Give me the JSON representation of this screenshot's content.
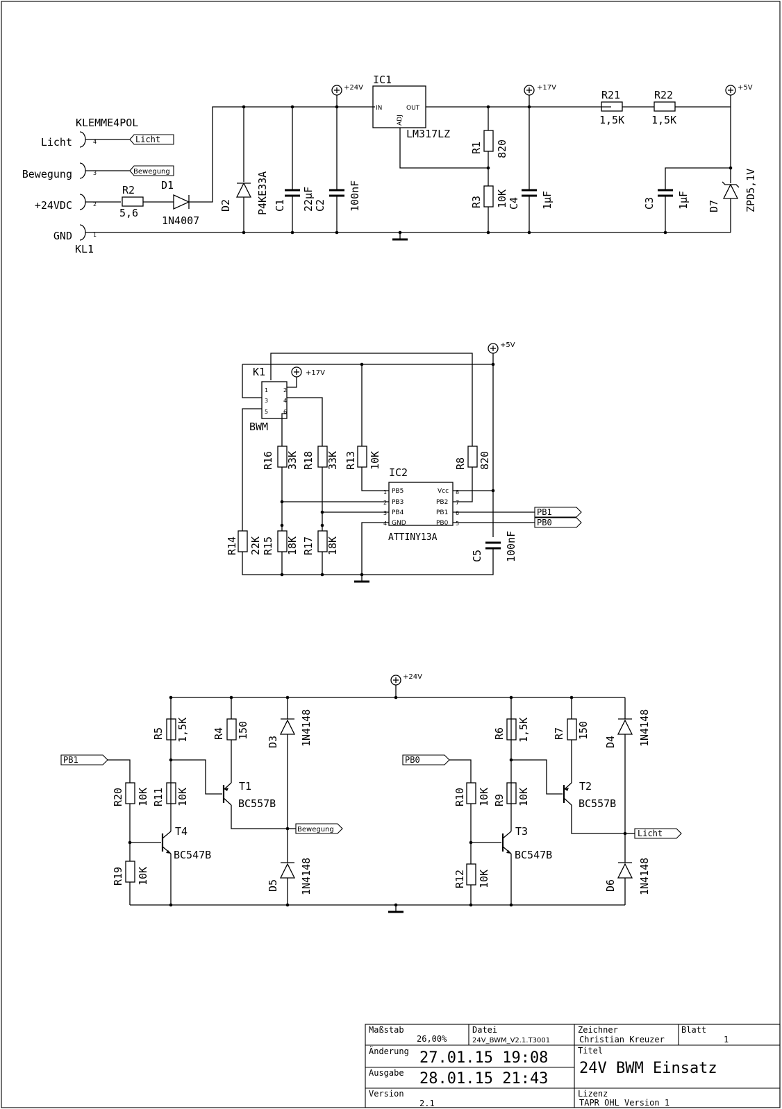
{
  "terminal": {
    "name": "KLEMME4POL",
    "ref": "KL1",
    "pins": [
      {
        "label": "Licht",
        "num": "4"
      },
      {
        "label": "Bewegung",
        "num": "3"
      },
      {
        "label": "+24VDC",
        "num": "2"
      },
      {
        "label": "GND",
        "num": "1"
      }
    ]
  },
  "nets": {
    "licht": "Licht",
    "bewegung": "Bewegung",
    "pb1": "PB1",
    "pb0": "PB0",
    "p24": "+24V",
    "p17": "+17V",
    "p5": "+5V"
  },
  "parts": {
    "R2": {
      "ref": "R2",
      "value": "5,6"
    },
    "D1": {
      "ref": "D1",
      "value": "1N4007"
    },
    "D2": {
      "ref": "D2",
      "value": "P4KE33A"
    },
    "C1": {
      "ref": "C1",
      "value": "22µF"
    },
    "C2": {
      "ref": "C2",
      "value": "100nF"
    },
    "IC1": {
      "ref": "IC1",
      "value": "LM317LZ",
      "pin_in": "IN",
      "pin_out": "OUT",
      "pin_adj": "ADJ"
    },
    "R1": {
      "ref": "R1",
      "value": "820"
    },
    "R3": {
      "ref": "R3",
      "value": "10K"
    },
    "C4": {
      "ref": "C4",
      "value": "1µF"
    },
    "R21": {
      "ref": "R21",
      "value": "1,5K"
    },
    "R22": {
      "ref": "R22",
      "value": "1,5K"
    },
    "C3": {
      "ref": "C3",
      "value": "1µF"
    },
    "D7": {
      "ref": "D7",
      "value": "ZPD5,1V"
    },
    "K1": {
      "ref": "K1",
      "value": "BWM"
    },
    "R16": {
      "ref": "R16",
      "value": "33K"
    },
    "R18": {
      "ref": "R18",
      "value": "33K"
    },
    "R13": {
      "ref": "R13",
      "value": "10K"
    },
    "R8": {
      "ref": "R8",
      "value": "820"
    },
    "R14": {
      "ref": "R14",
      "value": "22K"
    },
    "R15": {
      "ref": "R15",
      "value": "18K"
    },
    "R17": {
      "ref": "R17",
      "value": "18K"
    },
    "C5": {
      "ref": "C5",
      "value": "100nF"
    },
    "IC2": {
      "ref": "IC2",
      "value": "ATTINY13A",
      "pins_left": [
        "PB5",
        "PB3",
        "PB4",
        "GND"
      ],
      "pins_right": [
        "Vcc",
        "PB2",
        "PB1",
        "PB0"
      ]
    },
    "R5": {
      "ref": "R5",
      "value": "1,5K"
    },
    "R4": {
      "ref": "R4",
      "value": "150"
    },
    "D3": {
      "ref": "D3",
      "value": "1N4148"
    },
    "R20": {
      "ref": "R20",
      "value": "10K"
    },
    "R11": {
      "ref": "R11",
      "value": "10K"
    },
    "T1": {
      "ref": "T1",
      "value": "BC557B"
    },
    "T4": {
      "ref": "T4",
      "value": "BC547B"
    },
    "R19": {
      "ref": "R19",
      "value": "10K"
    },
    "D5": {
      "ref": "D5",
      "value": "1N4148"
    },
    "R6": {
      "ref": "R6",
      "value": "1,5K"
    },
    "R7": {
      "ref": "R7",
      "value": "150"
    },
    "D4": {
      "ref": "D4",
      "value": "1N4148"
    },
    "R10": {
      "ref": "R10",
      "value": "10K"
    },
    "R9": {
      "ref": "R9",
      "value": "10K"
    },
    "T2": {
      "ref": "T2",
      "value": "BC557B"
    },
    "T3": {
      "ref": "T3",
      "value": "BC547B"
    },
    "R12": {
      "ref": "R12",
      "value": "10K"
    },
    "D6": {
      "ref": "D6",
      "value": "1N4148"
    }
  },
  "titleblock": {
    "massstab_label": "Maßstab",
    "massstab_value": "26,00%",
    "datei_label": "Datei",
    "datei_value": "24V_BWM_V2.1.T3001",
    "zeichner_label": "Zeichner",
    "zeichner_value": "Christian Kreuzer",
    "blatt_label": "Blatt",
    "blatt_value": "1",
    "aenderung_label": "Änderung",
    "aenderung_value": "27.01.15 19:08",
    "titel_label": "Titel",
    "titel_value": "24V BWM Einsatz",
    "ausgabe_label": "Ausgabe",
    "ausgabe_value": "28.01.15 21:43",
    "version_label": "Version",
    "version_value": "2.1",
    "lizenz_label": "Lizenz",
    "lizenz_value": "TAPR OHL Version 1"
  }
}
